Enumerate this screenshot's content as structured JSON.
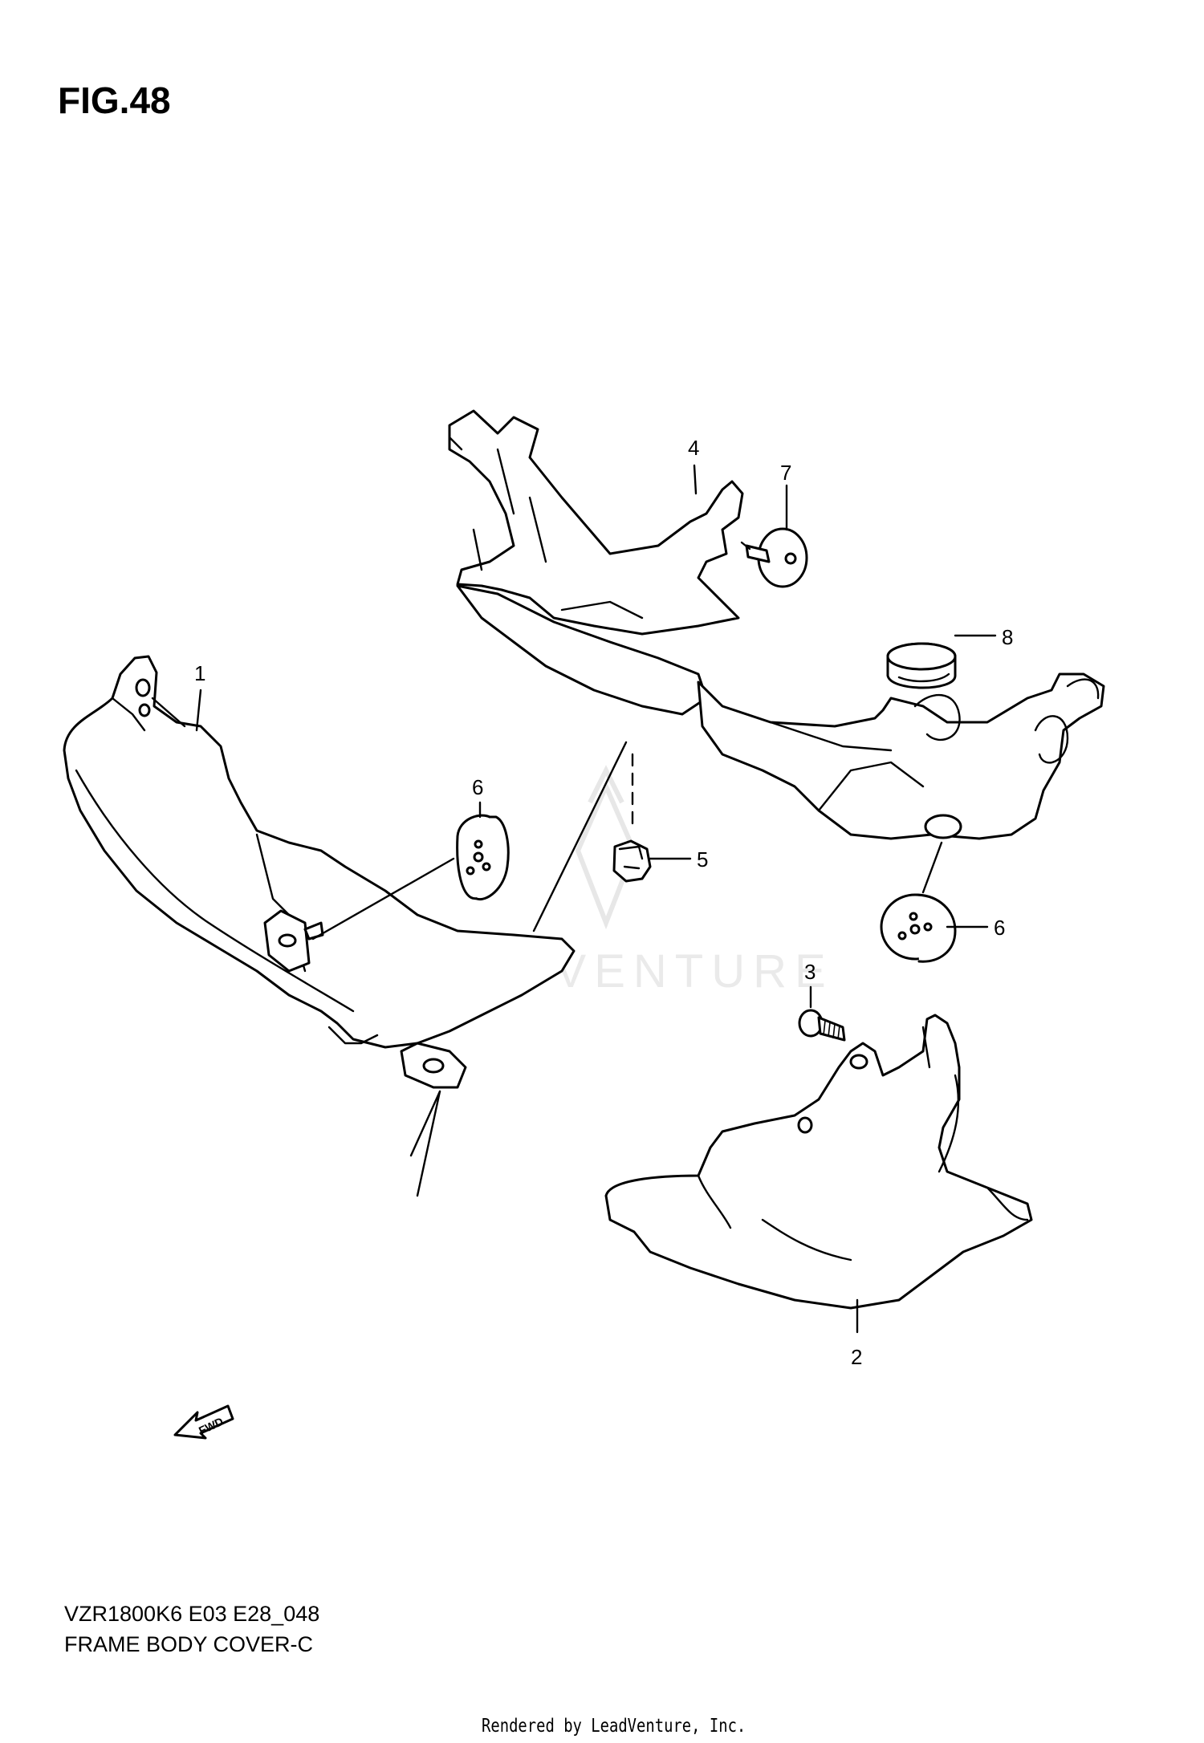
{
  "figure": {
    "title": "FIG.48",
    "model_code": "VZR1800K6 E03 E28_048",
    "name": "FRAME BODY COVER-C"
  },
  "callouts": [
    "1",
    "2",
    "3",
    "4",
    "5",
    "6",
    "6",
    "7",
    "8"
  ],
  "fwd_label": "FWD",
  "watermark": "LEADVENTURE",
  "rendered_by": "Rendered by LeadVenture, Inc."
}
